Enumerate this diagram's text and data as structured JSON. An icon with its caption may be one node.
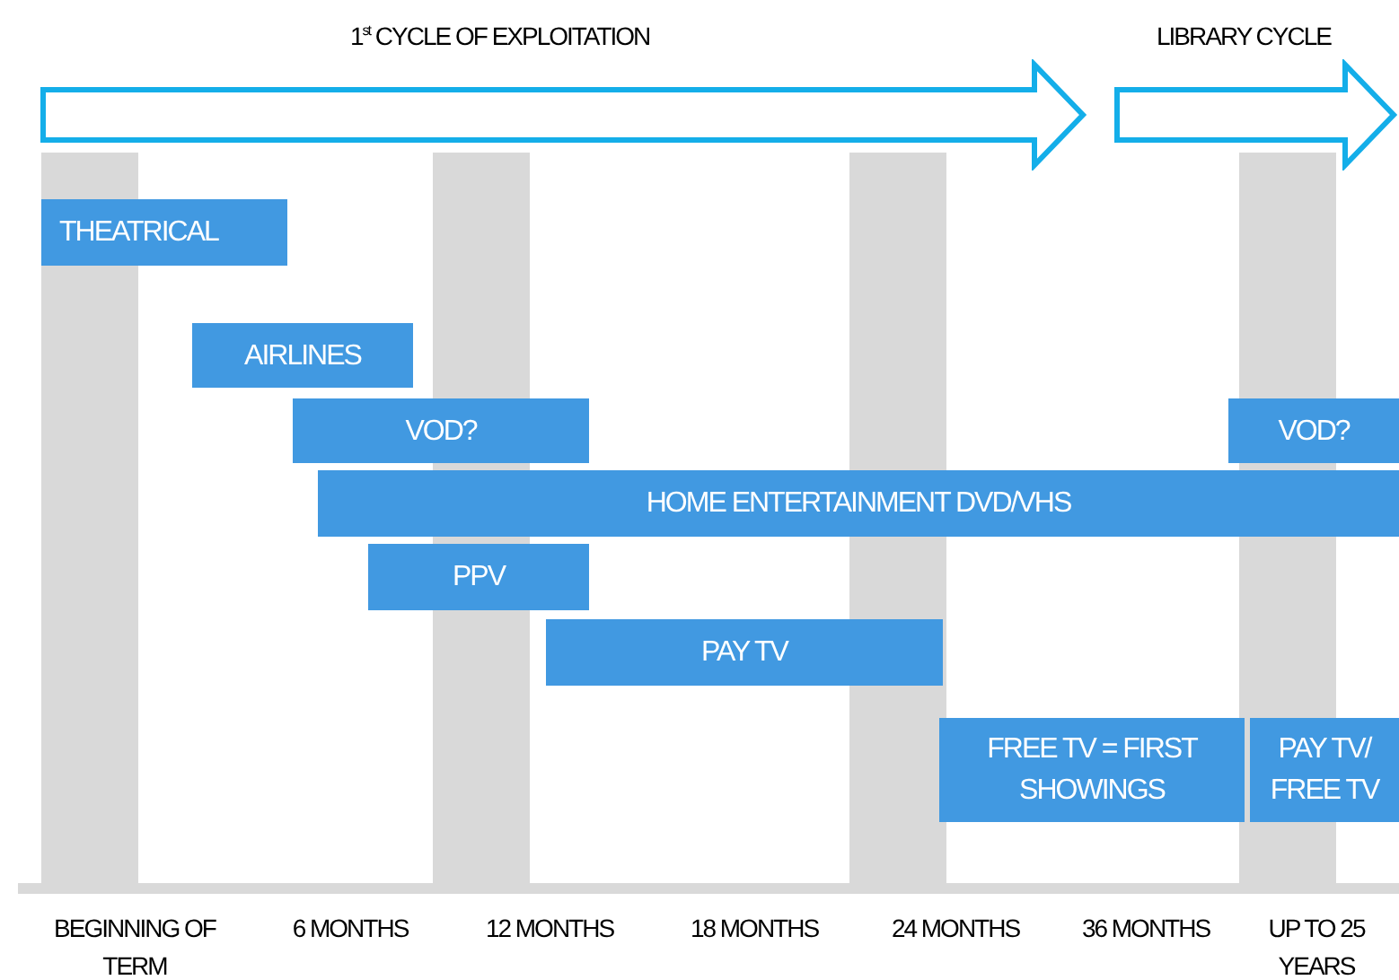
{
  "diagram": {
    "nodes": [
      {
        "text": [
          "THEATRICAL"
        ]
      },
      {
        "text": [
          "AIRLINES"
        ]
      },
      {
        "text": [
          "VOD?"
        ]
      },
      {
        "text": [
          "VOD?"
        ]
      },
      {
        "text": [
          "HOME ENTERTAINMENT DVD/VHS"
        ]
      },
      {
        "text": [
          "PPV"
        ]
      },
      {
        "text": [
          "PAY TV"
        ]
      },
      {
        "text": [
          "FREE TV = FIRST SHOWINGS"
        ]
      },
      {
        "text": [
          "PAY TV/ FREE TV"
        ]
      }
    ],
    "edges": [],
    "labels": [
      "1$^{st}$ CYCLE OF EXPLOITATION",
      "LIBRARY CYCLE",
      "BEGINNING OF TERM",
      "6 MONTHS",
      "12 MONTHS",
      "18 MONTHS",
      "24 MONTHS",
      "36 MONTHS",
      "UP TO 25 YEARS"
    ]
  }
}
